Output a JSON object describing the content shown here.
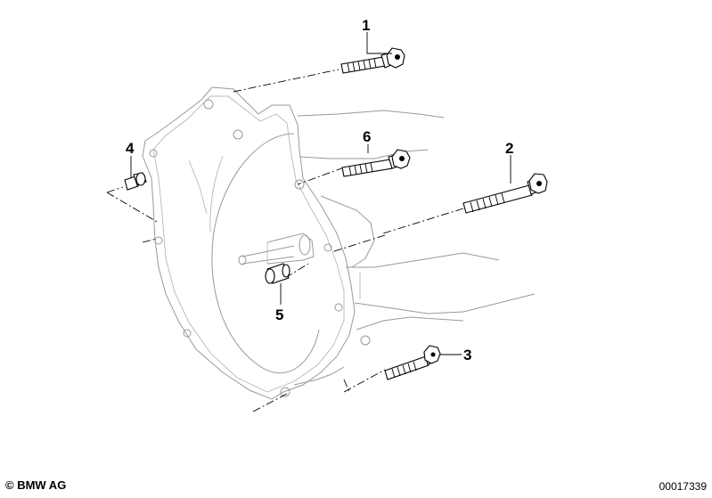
{
  "callouts": [
    {
      "id": "1",
      "label": "1"
    },
    {
      "id": "2",
      "label": "2"
    },
    {
      "id": "3",
      "label": "3"
    },
    {
      "id": "4",
      "label": "4"
    },
    {
      "id": "5",
      "label": "5"
    },
    {
      "id": "6",
      "label": "6"
    }
  ],
  "footer": {
    "copyright": "© BMW AG",
    "drawing_id": "00017339"
  }
}
